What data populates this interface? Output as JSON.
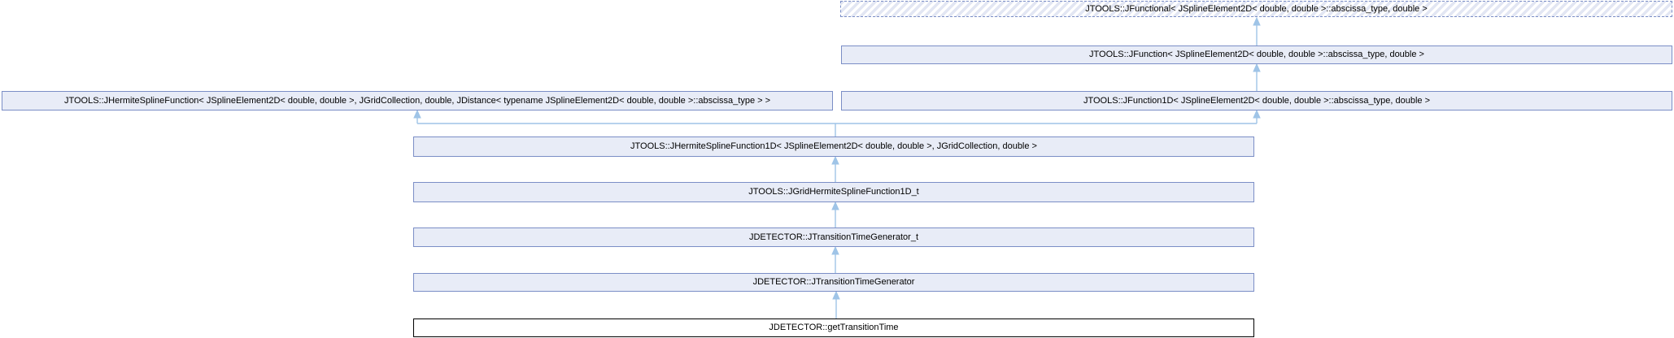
{
  "diagram": {
    "kind": "class-inheritance-graph",
    "colors": {
      "node_fill": "#e8ecf7",
      "node_border": "#7b8ec6",
      "edge": "#9fc4e7",
      "highlight_border": "#000000",
      "highlight_fill": "#ffffff",
      "background": "#ffffff",
      "text": "#000000"
    },
    "nodes": [
      {
        "id": "jfunctional",
        "style": "dashed-hatched",
        "label": "JTOOLS::JFunctional< JSplineElement2D< double, double >::abscissa_type, double >"
      },
      {
        "id": "jfunction",
        "style": "solid",
        "label": "JTOOLS::JFunction< JSplineElement2D< double, double >::abscissa_type, double >"
      },
      {
        "id": "jhermitesplinefunction",
        "style": "solid",
        "label": "JTOOLS::JHermiteSplineFunction< JSplineElement2D< double, double >, JGridCollection, double, JDistance< typename JSplineElement2D< double, double >::abscissa_type > >"
      },
      {
        "id": "jfunction1d",
        "style": "solid",
        "label": "JTOOLS::JFunction1D< JSplineElement2D< double, double >::abscissa_type, double >"
      },
      {
        "id": "jhermitesplinefunction1d",
        "style": "solid",
        "label": "JTOOLS::JHermiteSplineFunction1D< JSplineElement2D< double, double >, JGridCollection, double >"
      },
      {
        "id": "jgridhermitesplinefunction1d_t",
        "style": "solid",
        "label": "JTOOLS::JGridHermiteSplineFunction1D_t"
      },
      {
        "id": "jtransitiontimegenerator_t",
        "style": "solid",
        "label": "JDETECTOR::JTransitionTimeGenerator_t"
      },
      {
        "id": "jtransitiontimegenerator",
        "style": "solid",
        "label": "JDETECTOR::JTransitionTimeGenerator"
      },
      {
        "id": "gettransitiontime",
        "style": "current",
        "label": "JDETECTOR::getTransitionTime"
      }
    ],
    "edges": [
      {
        "from": "jfunction",
        "to": "jfunctional",
        "relation": "inherits"
      },
      {
        "from": "jfunction1d",
        "to": "jfunction",
        "relation": "inherits"
      },
      {
        "from": "jhermitesplinefunction1d",
        "to": "jhermitesplinefunction",
        "relation": "inherits"
      },
      {
        "from": "jhermitesplinefunction1d",
        "to": "jfunction1d",
        "relation": "inherits"
      },
      {
        "from": "jgridhermitesplinefunction1d_t",
        "to": "jhermitesplinefunction1d",
        "relation": "inherits"
      },
      {
        "from": "jtransitiontimegenerator_t",
        "to": "jgridhermitesplinefunction1d_t",
        "relation": "inherits"
      },
      {
        "from": "jtransitiontimegenerator",
        "to": "jtransitiontimegenerator_t",
        "relation": "inherits"
      },
      {
        "from": "gettransitiontime",
        "to": "jtransitiontimegenerator",
        "relation": "inherits"
      }
    ]
  }
}
